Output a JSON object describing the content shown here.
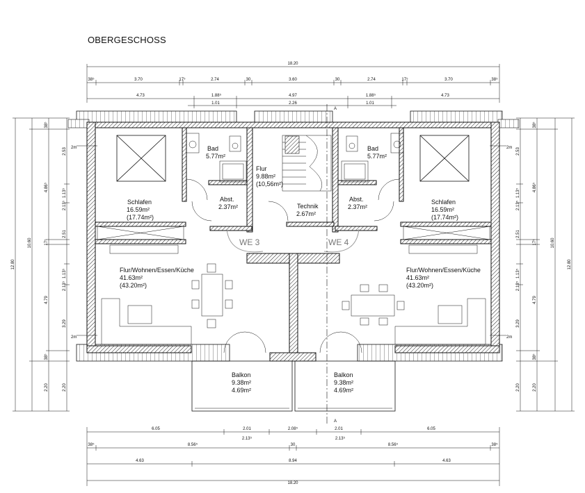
{
  "title": "OBERGESCHOSS",
  "rooms": {
    "bad_left": {
      "name": "Bad",
      "area": "5.77m²"
    },
    "bad_right": {
      "name": "Bad",
      "area": "5.77m²"
    },
    "abst_left": {
      "name": "Abst.",
      "area": "2.37m²"
    },
    "abst_right": {
      "name": "Abst.",
      "area": "2.37m²"
    },
    "flur": {
      "name": "Flur",
      "area": "9.88m²",
      "area2": "(10,56m²)"
    },
    "technik": {
      "name": "Technik",
      "area": "2.67m²"
    },
    "schlafen_left": {
      "name": "Schlafen",
      "area": "16.59m²",
      "area2": "(17.74m²)"
    },
    "schlafen_right": {
      "name": "Schlafen",
      "area": "16.59m²",
      "area2": "(17.74m²)"
    },
    "wohnen_left": {
      "name": "Flur/Wohnen/Essen/Küche",
      "area": "41.63m²",
      "area2": "(43.20m²)"
    },
    "wohnen_right": {
      "name": "Flur/Wohnen/Essen/Küche",
      "area": "41.63m²",
      "area2": "(43.20m²)"
    },
    "balkon_left": {
      "name": "Balkon",
      "area": "9.38m²",
      "area2": "4.69m²"
    },
    "balkon_right": {
      "name": "Balkon",
      "area": "9.38m²",
      "area2": "4.69m²"
    }
  },
  "units": {
    "left": "WE 3",
    "right": "WE 4"
  },
  "section_marker": "A",
  "height_marker": "2m",
  "dims": {
    "top": {
      "total": "18.20",
      "row1": [
        "38⁵",
        "3.70",
        "17⁵",
        "2.74",
        "30",
        "3.60",
        "30",
        "2.74",
        "17⁵",
        "3.70",
        "38⁵"
      ],
      "row2": [
        "4.73",
        "1.88⁵",
        "4.97",
        "1.88⁵",
        "4.73"
      ],
      "row3": [
        "1.01",
        "2.26",
        "1.01"
      ]
    },
    "bottom": {
      "row1": [
        "6.05",
        "2.01",
        "2.08⁵",
        "2.01",
        "6.05"
      ],
      "row1b": [
        "2.13⁵",
        "2.13⁵"
      ],
      "row2": [
        "38⁵",
        "8.56⁵",
        "30",
        "8.56⁵",
        "38⁵"
      ],
      "row3": [
        "4.63",
        "8.94",
        "4.63"
      ],
      "total": "18.20"
    },
    "side": {
      "outer_total": "12.80",
      "inner_total": "10.60",
      "col_a": [
        "38⁵",
        "4.86⁵",
        "17⁵",
        "4.79",
        "38⁵",
        "2.20"
      ],
      "col_b": [
        "2.53",
        "1.13⁵",
        "2.13⁵",
        "2.51",
        "1.13⁵",
        "2.13⁵",
        "3.29",
        "2.20"
      ]
    }
  }
}
